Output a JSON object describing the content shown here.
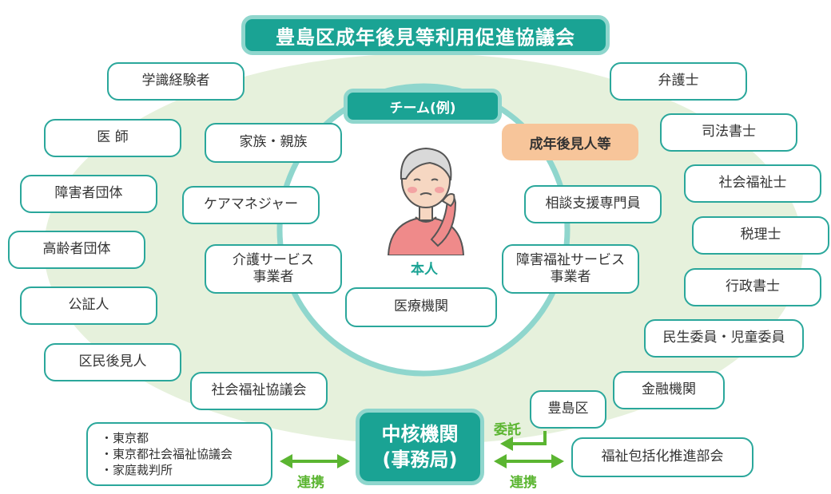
{
  "title": "豊島区成年後見等利用促進協議会",
  "team": {
    "label": "チーム(例)",
    "person_label": "本人",
    "guardian": "成年後見人等",
    "members": [
      "家族・親族",
      "ケアマネジャー",
      "介護サービス\n事業者",
      "医療機関",
      "障害福祉サービス\n事業者",
      "相談支援専門員"
    ]
  },
  "outer_left": [
    "学識経験者",
    "医 師",
    "障害者団体",
    "高齢者団体",
    "公証人",
    "区民後見人",
    "社会福祉協議会"
  ],
  "outer_right": [
    "弁護士",
    "司法書士",
    "社会福祉士",
    "税理士",
    "行政書士",
    "民生委員・児童委員",
    "金融機関"
  ],
  "core": {
    "line1": "中核機関",
    "line2": "(事務局)"
  },
  "toshima": "豊島区",
  "entrust_label": "委託",
  "link_label": "連携",
  "welfare_council": "福祉包括化推進部会",
  "partners": [
    "東京都",
    "東京都社会福祉協議会",
    "家庭裁判所"
  ],
  "colors": {
    "teal": "#1aa394",
    "teal_light": "#8fd6cd",
    "orange": "#f7c59a",
    "green": "#5bb531",
    "ellipse": "#e6f1dc"
  }
}
